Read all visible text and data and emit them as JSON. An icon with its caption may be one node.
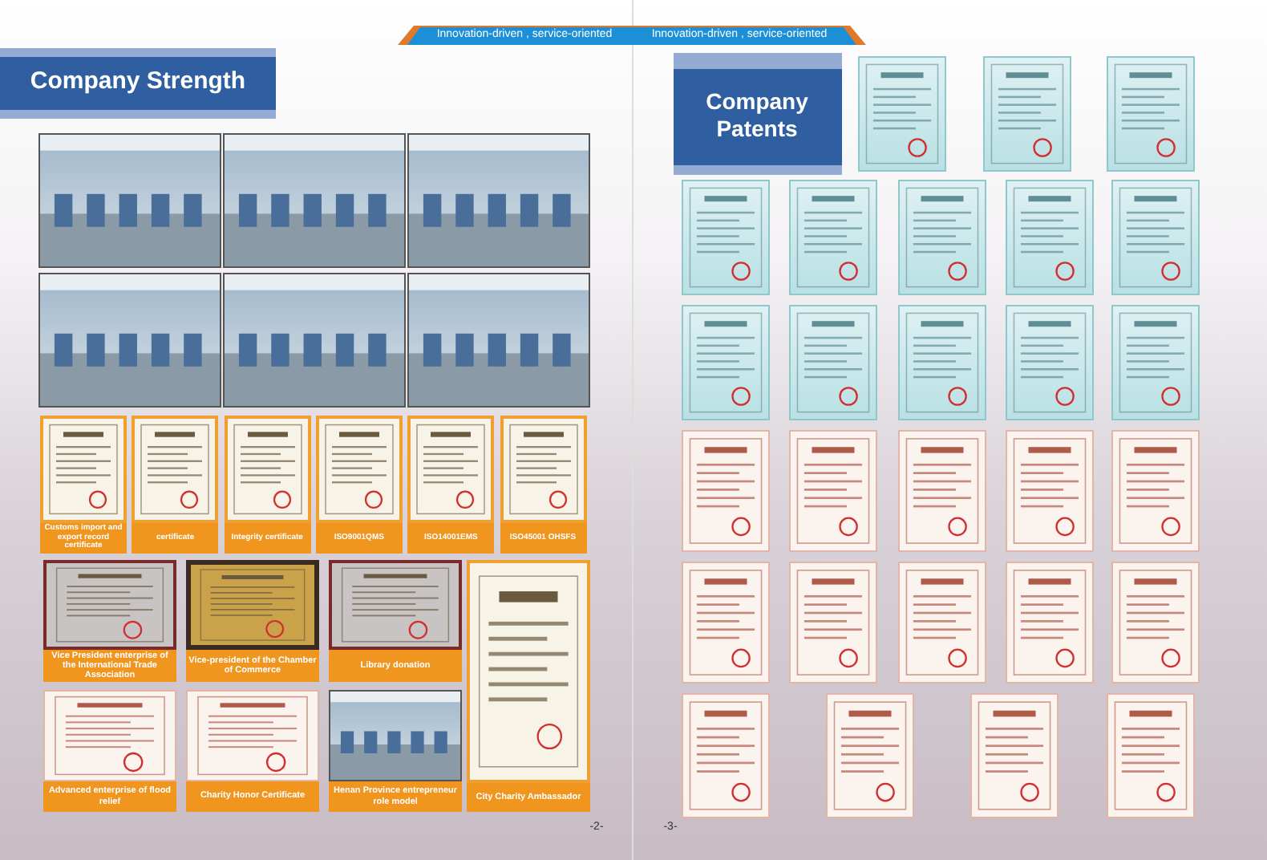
{
  "diagram": {
    "nodes": [
      {
        "text": [],
        "shape": "picture"
      },
      {
        "text": [],
        "shape": "picture"
      },
      {
        "text": [],
        "shape": "picture"
      },
      {
        "text": [],
        "shape": "picture"
      },
      {
        "text": [],
        "shape": "picture"
      },
      {
        "text": [],
        "shape": "picture"
      },
      {
        "text": [
          "Customs import and export record certificate"
        ]
      },
      {
        "text": [
          "certificate"
        ]
      },
      {
        "text": [
          "Integrity certificate"
        ]
      },
      {
        "text": [
          "ISO9001QMS"
        ]
      },
      {
        "text": [
          "ISO14001EMS"
        ]
      },
      {
        "text": [
          "ISO45001 OHSFS"
        ]
      },
      {
        "text": [
          "Vice President enterprise of the International Trade Association"
        ]
      },
      {
        "text": [
          "Vice-president of the Chamber of Commerce"
        ]
      },
      {
        "text": [
          "Library donation"
        ]
      },
      {
        "text": [
          "City Charity Ambassador"
        ]
      },
      {
        "text": [
          "Advanced enterprise of flood relief"
        ]
      },
      {
        "text": [
          "Charity Honor Certificate"
        ]
      },
      {
        "text": [
          "Henan Province entrepreneur role model"
        ]
      },
      {
        "text": [],
        "shape": "picture"
      },
      {
        "text": [],
        "shape": "picture"
      },
      {
        "text": [],
        "shape": "picture"
      },
      {
        "text": [],
        "shape": "picture"
      },
      {
        "text": [],
        "shape": "picture"
      },
      {
        "text": [],
        "shape": "picture"
      },
      {
        "text": [],
        "shape": "picture"
      },
      {
        "text": [],
        "shape": "picture"
      },
      {
        "text": [],
        "shape": "picture"
      },
      {
        "text": [],
        "shape": "picture"
      },
      {
        "text": [],
        "shape": "picture"
      },
      {
        "text": [],
        "shape": "picture"
      },
      {
        "text": [],
        "shape": "picture"
      },
      {
        "text": [],
        "shape": "picture"
      },
      {
        "text": [],
        "shape": "picture"
      },
      {
        "text": [],
        "shape": "picture"
      },
      {
        "text": [],
        "shape": "picture"
      },
      {
        "text": [],
        "shape": "picture"
      },
      {
        "text": [],
        "shape": "picture"
      },
      {
        "text": [],
        "shape": "picture"
      },
      {
        "text": [],
        "shape": "picture"
      },
      {
        "text": [],
        "shape": "picture"
      },
      {
        "text": [],
        "shape": "picture"
      },
      {
        "text": [],
        "shape": "picture"
      },
      {
        "text": [],
        "shape": "picture"
      },
      {
        "text": [],
        "shape": "picture"
      },
      {
        "text": [],
        "shape": "picture"
      }
    ],
    "labels": [
      "Innovation-driven , service-oriented",
      "Innovation-driven , service-oriented",
      "Company Strength",
      "Company Patents",
      "-2-",
      "-3-"
    ]
  }
}
